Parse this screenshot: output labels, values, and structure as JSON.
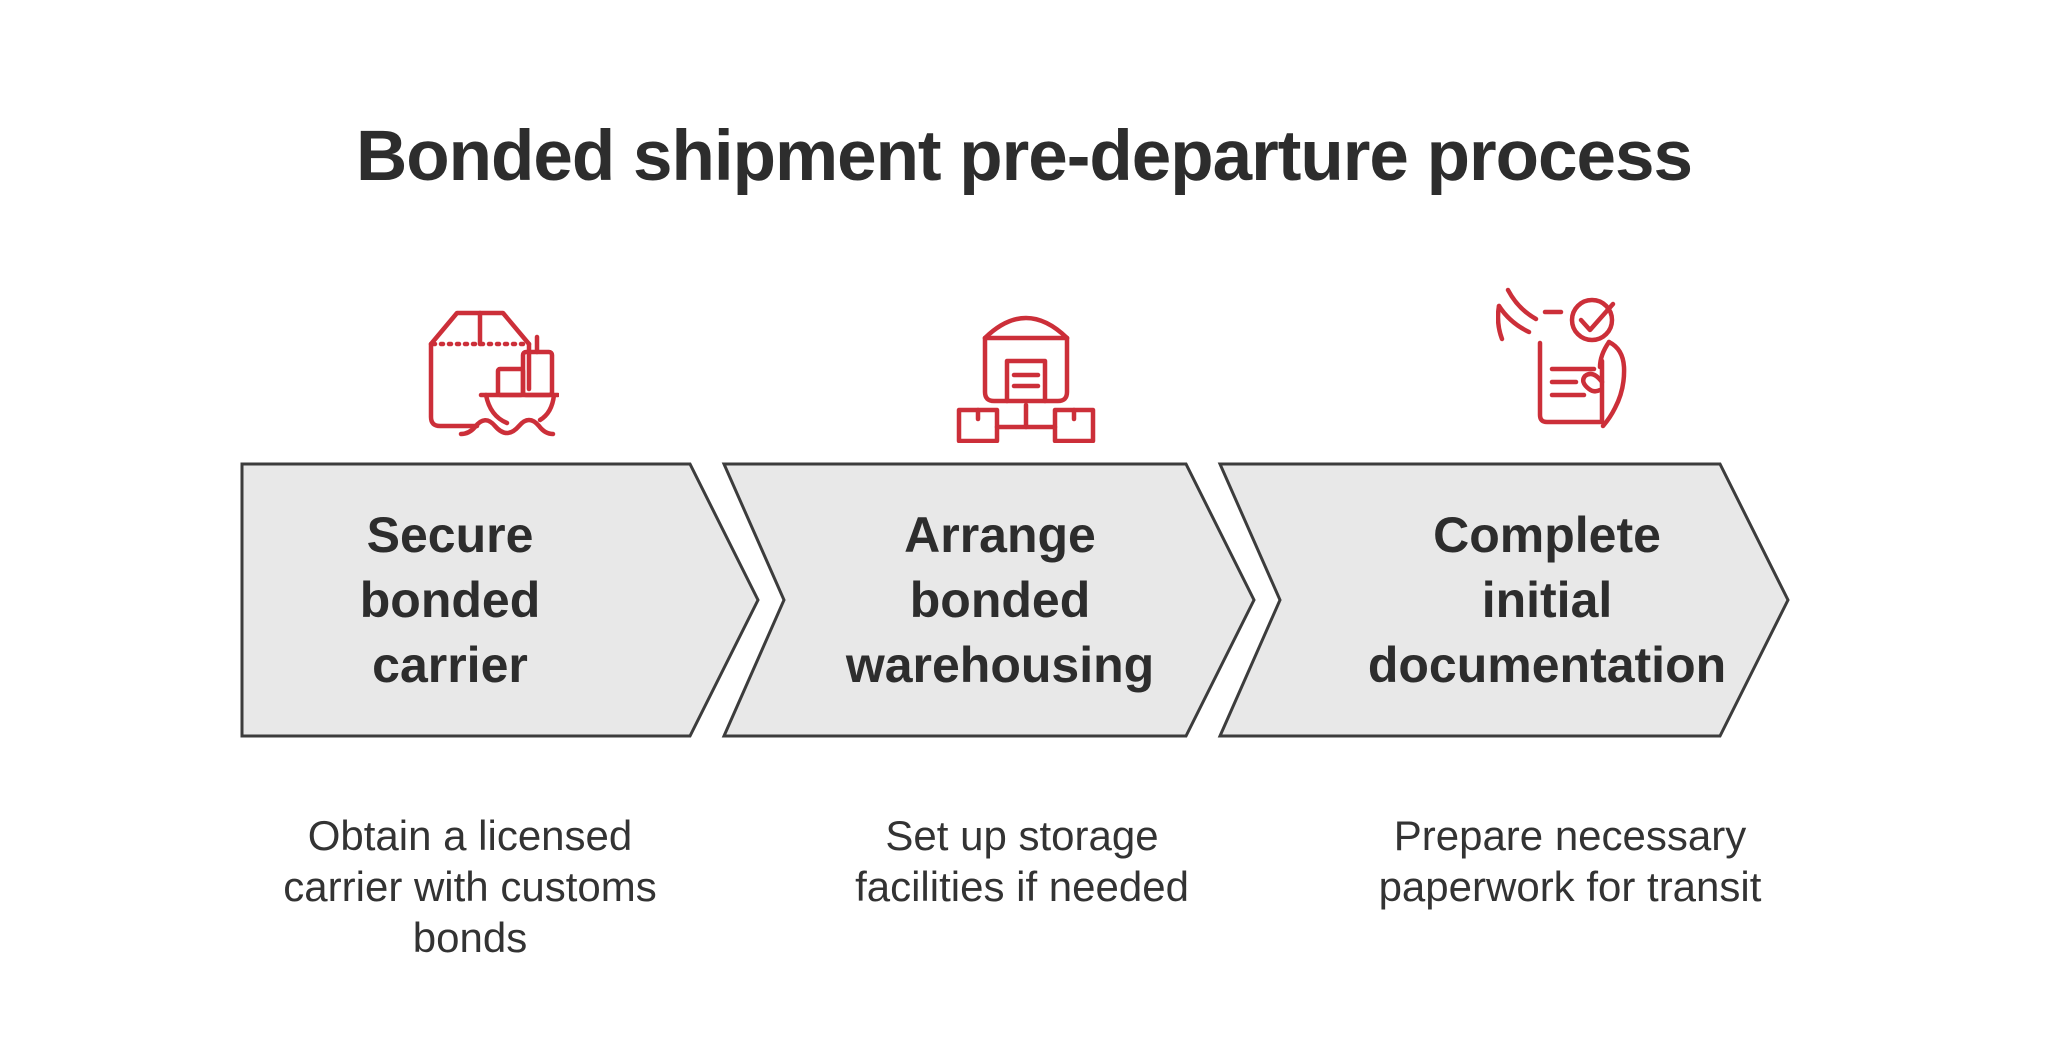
{
  "title": "Bonded shipment pre-departure process",
  "colors": {
    "icon_red": "#cc2f39",
    "chevron_fill": "#e8e8e8",
    "chevron_border": "#3c3c3c",
    "text_dark": "#2d2d2d",
    "text_body": "#333333"
  },
  "steps": [
    {
      "label": "Secure bonded carrier",
      "label_lines": [
        "Secure",
        "bonded",
        "carrier"
      ],
      "description": "Obtain a licensed carrier with customs bonds",
      "description_lines": [
        "Obtain a licensed",
        "carrier with customs",
        "bonds"
      ],
      "icon": "box-and-cargo-ship-icon"
    },
    {
      "label": "Arrange bonded warehousing",
      "label_lines": [
        "Arrange",
        "bonded",
        "warehousing"
      ],
      "description": "Set up storage facilities if needed",
      "description_lines": [
        "Set up storage",
        "facilities if needed"
      ],
      "icon": "bonded-warehouse-icon"
    },
    {
      "label": "Complete initial documentation",
      "label_lines": [
        "Complete",
        "initial",
        "documentation"
      ],
      "description": "Prepare necessary paperwork for transit",
      "description_lines": [
        "Prepare necessary",
        "paperwork for transit"
      ],
      "icon": "document-check-icon"
    }
  ]
}
